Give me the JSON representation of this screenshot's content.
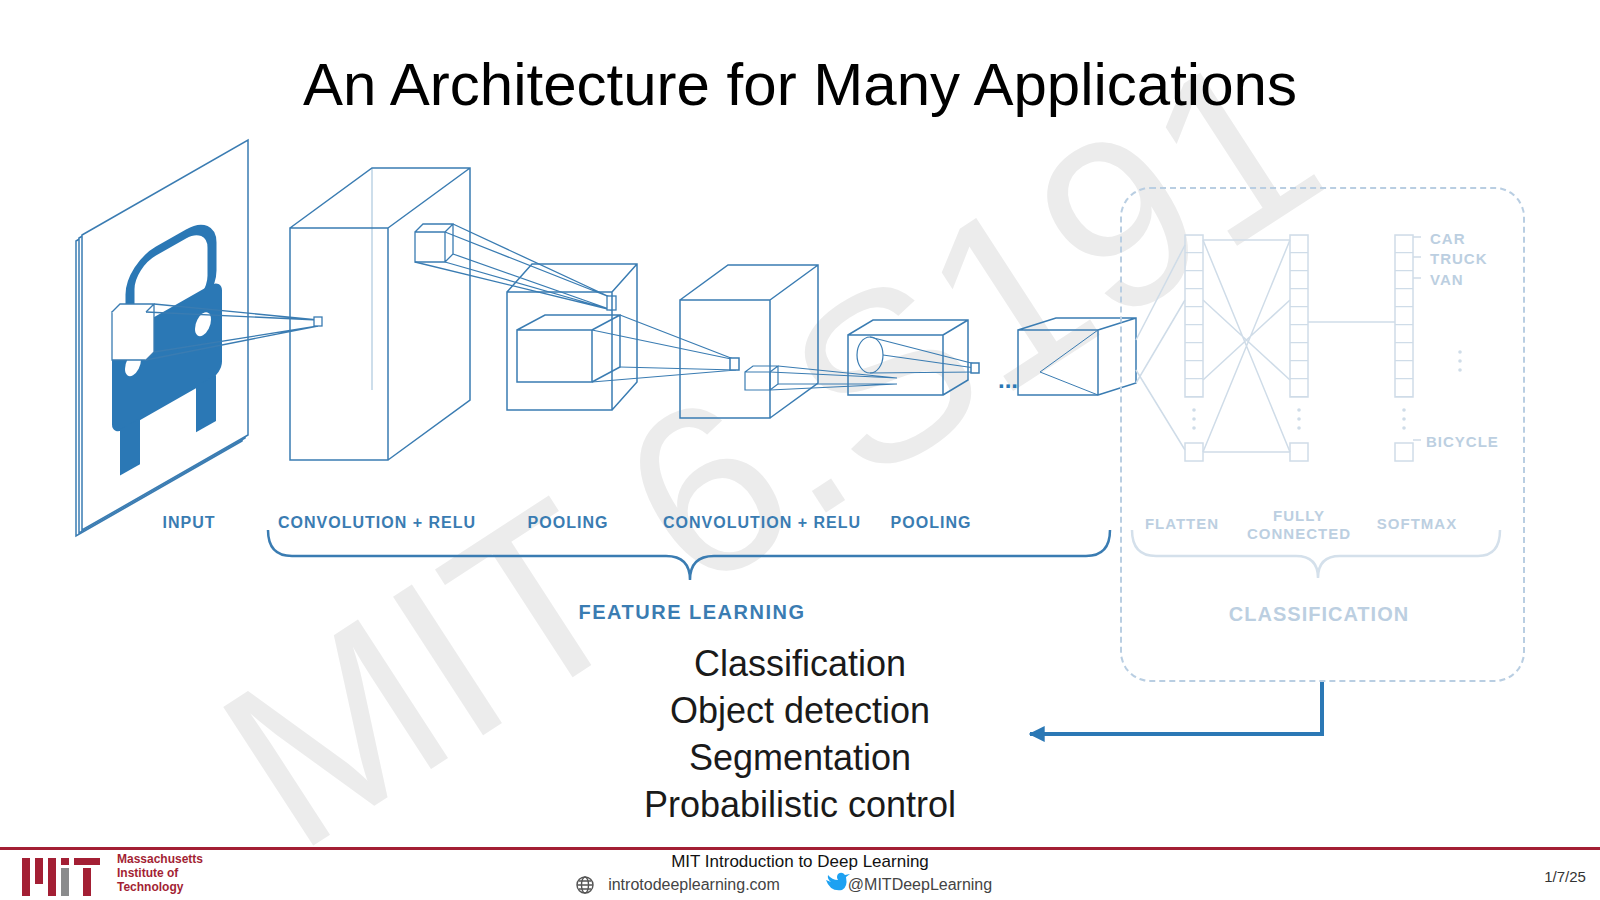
{
  "diagram": {
    "title": "An Architecture for Many Applications",
    "nodes": [
      {
        "text": [
          "CAR",
          "TRUCK",
          "VAN",
          "BICYCLE",
          "FLATTEN",
          "FULLY CONNECTED",
          "SOFTMAX",
          "CLASSIFICATION"
        ]
      },
      {
        "text": [
          "Classification",
          "Object detection",
          "Segmentation",
          "Probabilistic control"
        ]
      }
    ],
    "edges": [
      {
        "from": 0,
        "to": 1,
        "arrow": "to"
      }
    ],
    "labels": [
      "INPUT",
      "CONVOLUTION + RELU",
      "POOLING",
      "CONVOLUTION + RELU",
      "POOLING",
      "...",
      "FEATURE LEARNING",
      "MIT 6.S191",
      "Massachusetts Institute of Technology",
      "MIT Introduction to Deep Learning",
      "introtodeeplearning.com",
      "@MITDeepLearning",
      "1/7/25"
    ]
  }
}
